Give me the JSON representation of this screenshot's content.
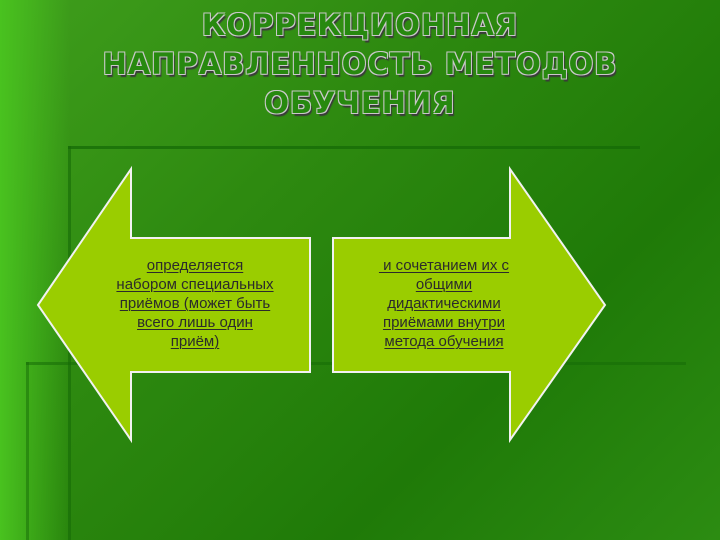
{
  "slide": {
    "title_lines": [
      "КОРРЕКЦИОННАЯ",
      "НАПРАВЛЕННОСТЬ МЕТОДОВ",
      "ОБУЧЕНИЯ"
    ],
    "left_arrow": {
      "lines": [
        "определяется",
        "набором специальных",
        "приёмов (может быть",
        "всего лишь один",
        "приём)"
      ]
    },
    "right_arrow": {
      "lines": [
        " и сочетанием их с",
        "общими",
        "дидактическими",
        "приёмами внутри",
        "метода обучения"
      ]
    }
  },
  "colors": {
    "background": "#2e8a10",
    "arrow_fill": "#9acd00",
    "arrow_stroke": "#f2f2f2",
    "title_fill": "#27890f"
  }
}
